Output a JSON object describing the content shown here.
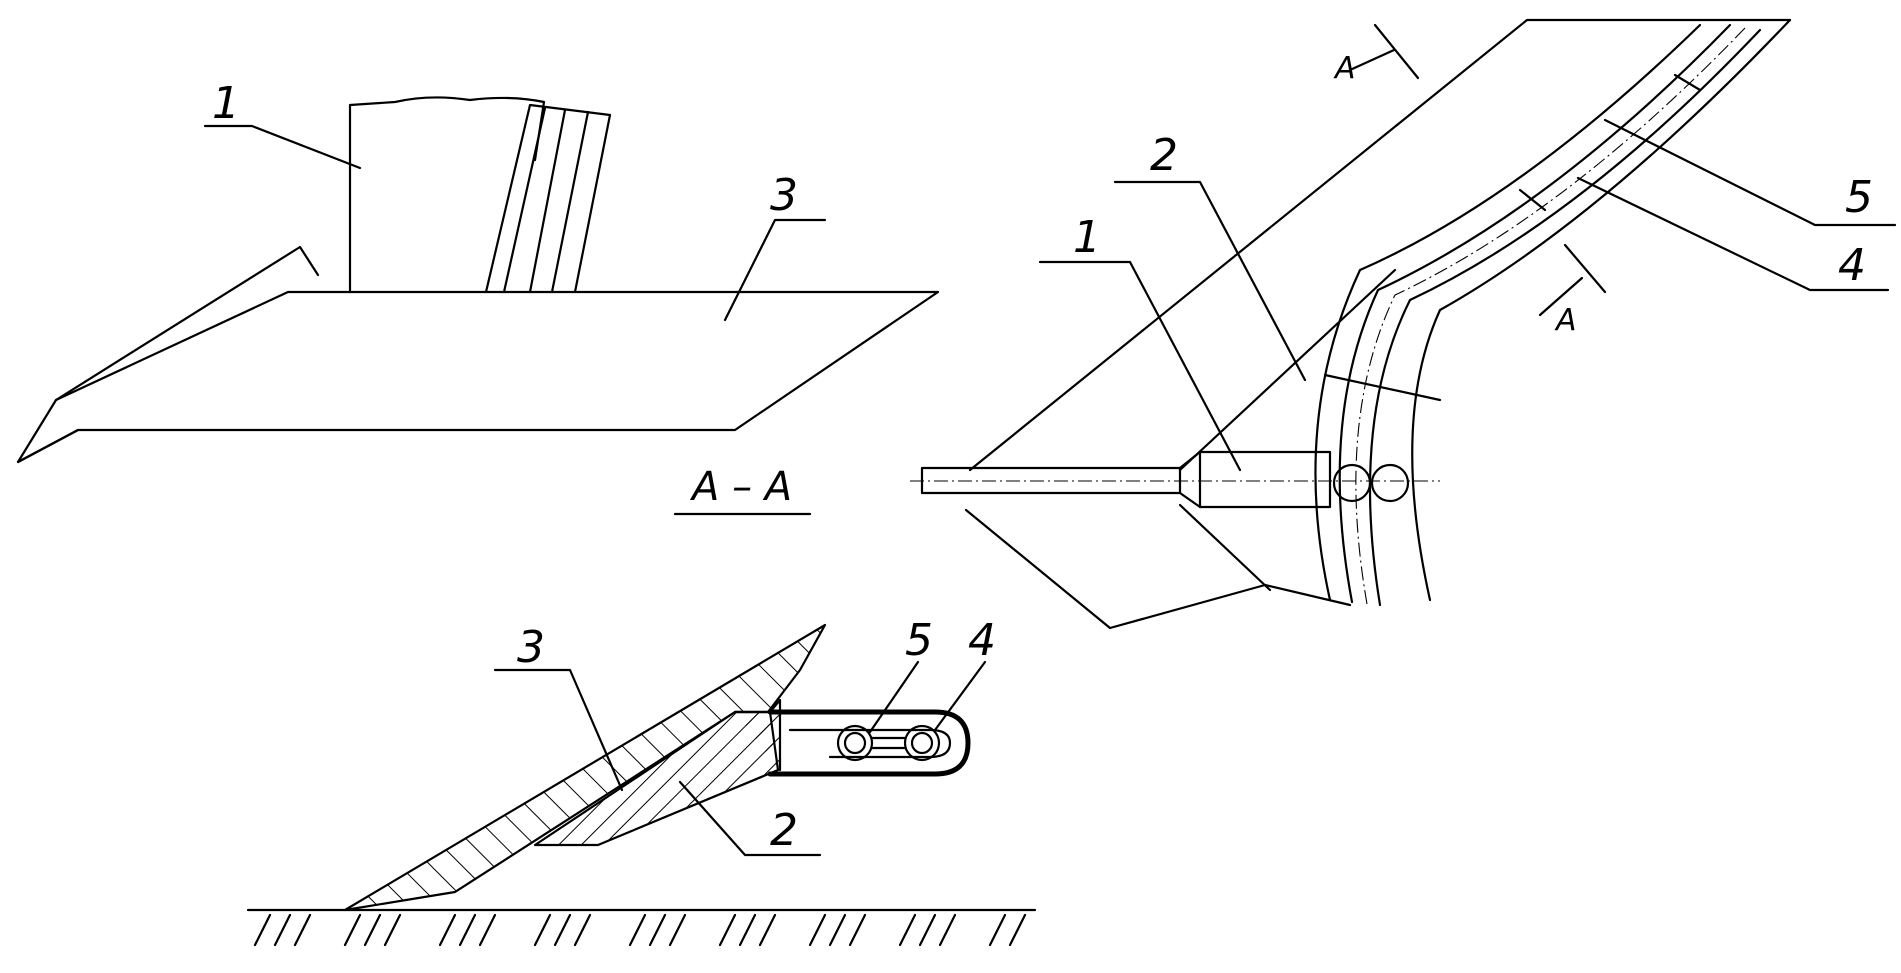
{
  "labels": {
    "left": {
      "part1": "1",
      "part3": "3"
    },
    "right": {
      "part2": "2",
      "part1": "1",
      "part5": "5",
      "part4": "4",
      "arrow_top": "A",
      "arrow_bottom": "A"
    },
    "section": {
      "title": "A – A",
      "part3": "3",
      "part5": "5",
      "part4": "4",
      "part2": "2"
    }
  }
}
